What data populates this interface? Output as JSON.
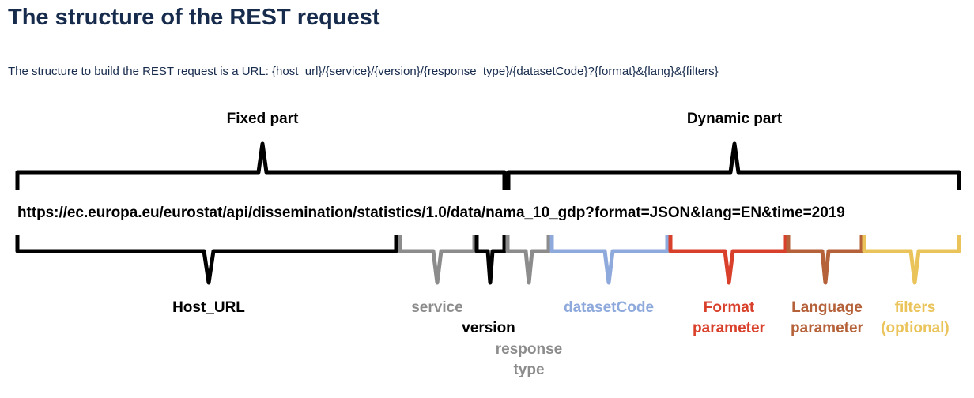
{
  "page": {
    "title": "The structure of the REST request",
    "intro": "The structure to build the REST request is a URL: {host_url}/{service}/{version}/{response_type}/{datasetCode}?{format}&{lang}&{filters}"
  },
  "diagram": {
    "url": "https://ec.europa.eu/eurostat/api/dissemination/statistics/1.0/data/nama_10_gdp?format=JSON&lang=EN&time=2019",
    "top_groups": {
      "fixed": "Fixed part",
      "dynamic": "Dynamic part"
    },
    "segments": {
      "host_url": {
        "label": "Host_URL",
        "color": "#000000"
      },
      "service": {
        "label": "service",
        "color": "#8c8c8c"
      },
      "version": {
        "label": "version",
        "color": "#000000"
      },
      "response_type": {
        "label_line1": "response",
        "label_line2": "type",
        "color": "#8c8c8c"
      },
      "dataset_code": {
        "label": "datasetCode",
        "color": "#8ea9db"
      },
      "format": {
        "label_line1": "Format",
        "label_line2": "parameter",
        "color": "#d9402b"
      },
      "lang": {
        "label_line1": "Language",
        "label_line2": "parameter",
        "color": "#b5623a"
      },
      "filters": {
        "label_line1": "filters",
        "label_line2": "(optional)",
        "color": "#eac45a"
      }
    }
  }
}
